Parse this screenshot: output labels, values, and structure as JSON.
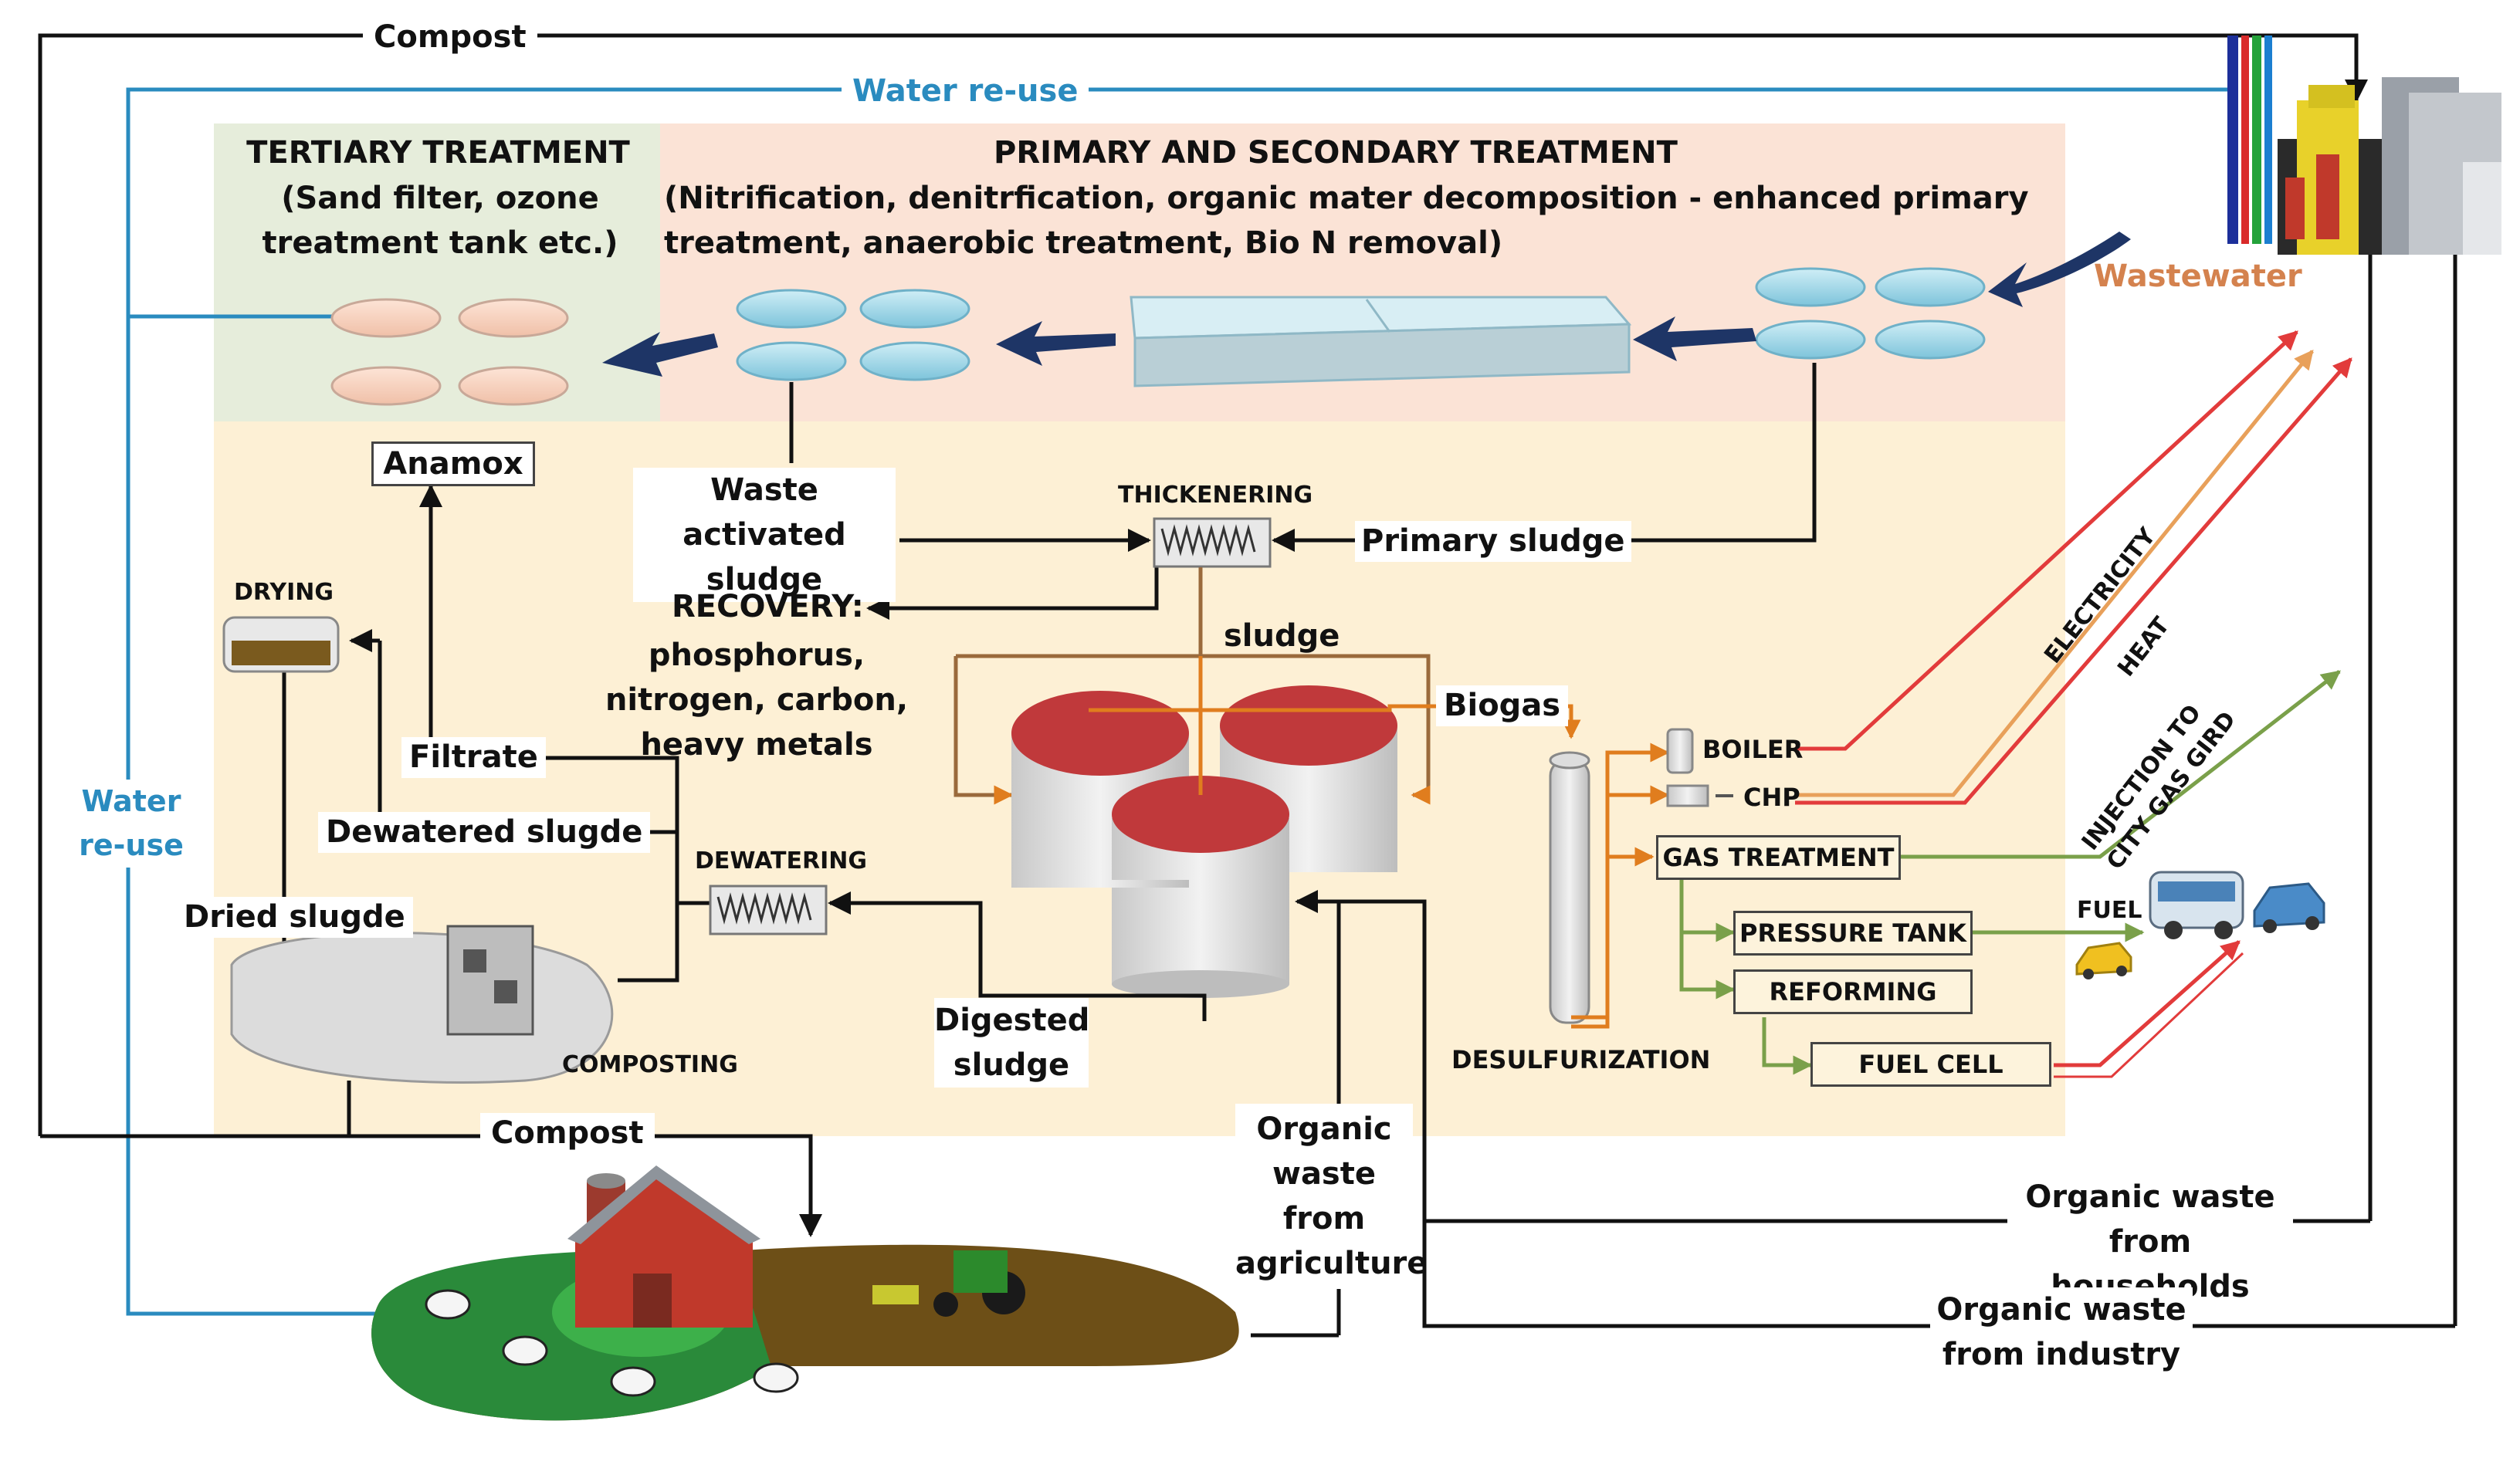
{
  "flows": {
    "compost_top": "Compost",
    "water_reuse_top": "Water re-use",
    "water_reuse_left": "Water re-use",
    "compost_bottom": "Compost",
    "wastewater": "Wastewater"
  },
  "zones": {
    "tertiary": {
      "title": "TERTIARY TREATMENT",
      "subtitle": "(Sand filter, ozone treatment tank etc.)"
    },
    "primary_secondary": {
      "title": "PRIMARY AND SECONDARY TREATMENT",
      "subtitle": "(Nitrification, denitrfication, organic mater decomposition - enhanced primary treatment, anaerobic treatment, Bio N removal)"
    }
  },
  "sludge": {
    "anamox": "Anamox",
    "waste_activated_sludge": "Waste activated sludge",
    "thickenering": "THICKENERING",
    "primary_sludge": "Primary sludge",
    "recovery_title": "RECOVERY:",
    "recovery_items": "phosphorus, nitrogen, carbon, heavy metals",
    "sludge": "sludge",
    "drying": "DRYING",
    "filtrate": "Filtrate",
    "dewatered_sludge": "Dewatered slugde",
    "dewatering": "DEWATERING",
    "dried_sludge": "Dried slugde",
    "composting": "COMPOSTING",
    "digested_sludge": "Digested sludge",
    "biogas": "Biogas",
    "desulfurization": "DESULFURIZATION"
  },
  "energy": {
    "boiler": "BOILER",
    "chp": "CHP",
    "gas_treatment": "GAS TREATMENT",
    "pressure_tank": "PRESSURE TANK",
    "reforming": "REFORMING",
    "fuel_cell": "FUEL CELL",
    "fuel": "FUEL",
    "electricity": "ELECTRICITY",
    "heat": "HEAT",
    "injection": "INJECTION TO CITY GAS GIRD"
  },
  "inputs": {
    "organic_agriculture": "Organic waste from agriculture",
    "organic_households": "Organic waste from households",
    "organic_industry": "Organic waste from industry"
  },
  "colors": {
    "water_line": "#2a8bbf",
    "electricity": "#e23b3b",
    "heat": "#e8a05a",
    "gas_green": "#7aa04a",
    "biogas_orange": "#e07d1e",
    "sludge_brown": "#9a6a3c",
    "tertiary_bg": "#e6eddb",
    "primary_bg": "#fbe3d6",
    "sludge_bg": "#fdf0d5",
    "arrow_navy": "#1e3566",
    "digester_dome": "#c0393b"
  }
}
